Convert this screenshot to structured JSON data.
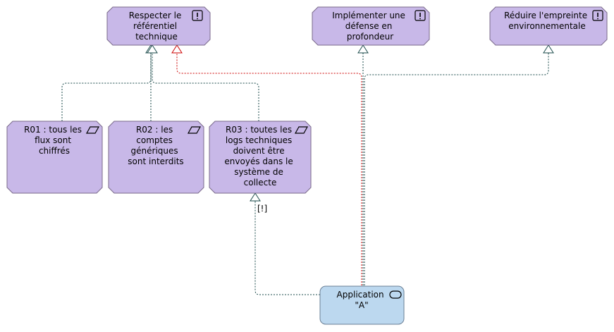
{
  "colors": {
    "motivation_fill": "#c8b8e8",
    "motivation_stroke": "#7a6a8a",
    "application_fill": "#bcd8ef",
    "application_stroke": "#6a7f95",
    "realization_line": "#1a4a4a",
    "conflict_line": "#cc0000"
  },
  "goals": [
    {
      "id": "g1",
      "icon": "goal-icon",
      "lines": [
        "Respecter le",
        "référentiel",
        "technique"
      ]
    },
    {
      "id": "g2",
      "icon": "goal-icon",
      "lines": [
        "Implémenter une",
        "défense en",
        "profondeur"
      ]
    },
    {
      "id": "g3",
      "icon": "goal-icon",
      "lines": [
        "Réduire l'empreinte",
        "environnementale"
      ]
    }
  ],
  "requirements": [
    {
      "id": "r1",
      "icon": "requirement-icon",
      "lines": [
        "R01 : tous les",
        "flux sont",
        "chiffrés"
      ]
    },
    {
      "id": "r2",
      "icon": "requirement-icon",
      "lines": [
        "R02 : les",
        "comptes",
        "génériques",
        "sont interdits"
      ]
    },
    {
      "id": "r3",
      "icon": "requirement-icon",
      "lines": [
        "R03 : toutes les",
        "logs techniques",
        "doivent être",
        "envoyés dans le",
        "système de",
        "collecte"
      ]
    }
  ],
  "application": {
    "id": "app",
    "icon": "application-service-icon",
    "lines": [
      "Application",
      "\"A\""
    ]
  },
  "connection_labels": {
    "r3_app": "[!]"
  }
}
